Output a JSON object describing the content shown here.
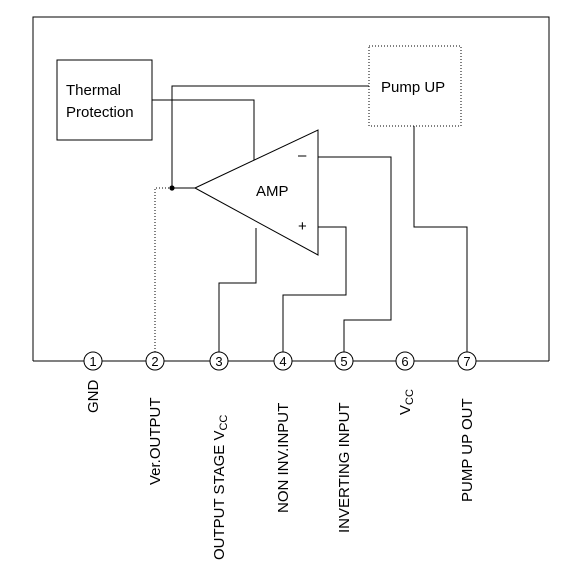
{
  "blocks": {
    "thermal": {
      "line1": "Thermal",
      "line2": "Protection"
    },
    "pump": {
      "label": "Pump UP"
    },
    "amp": {
      "label": "AMP",
      "minus": "–",
      "plus": "+"
    }
  },
  "pins": [
    {
      "num": "1",
      "name": "GND"
    },
    {
      "num": "2",
      "name": "Ver.OUTPUT"
    },
    {
      "num": "3",
      "name": "OUTPUT STAGE V",
      "sub": "CC"
    },
    {
      "num": "4",
      "name": "NON INV.INPUT"
    },
    {
      "num": "5",
      "name": "INVERTING INPUT"
    },
    {
      "num": "6",
      "name": "V",
      "sub": "CC"
    },
    {
      "num": "7",
      "name": "PUMP UP OUT"
    }
  ]
}
